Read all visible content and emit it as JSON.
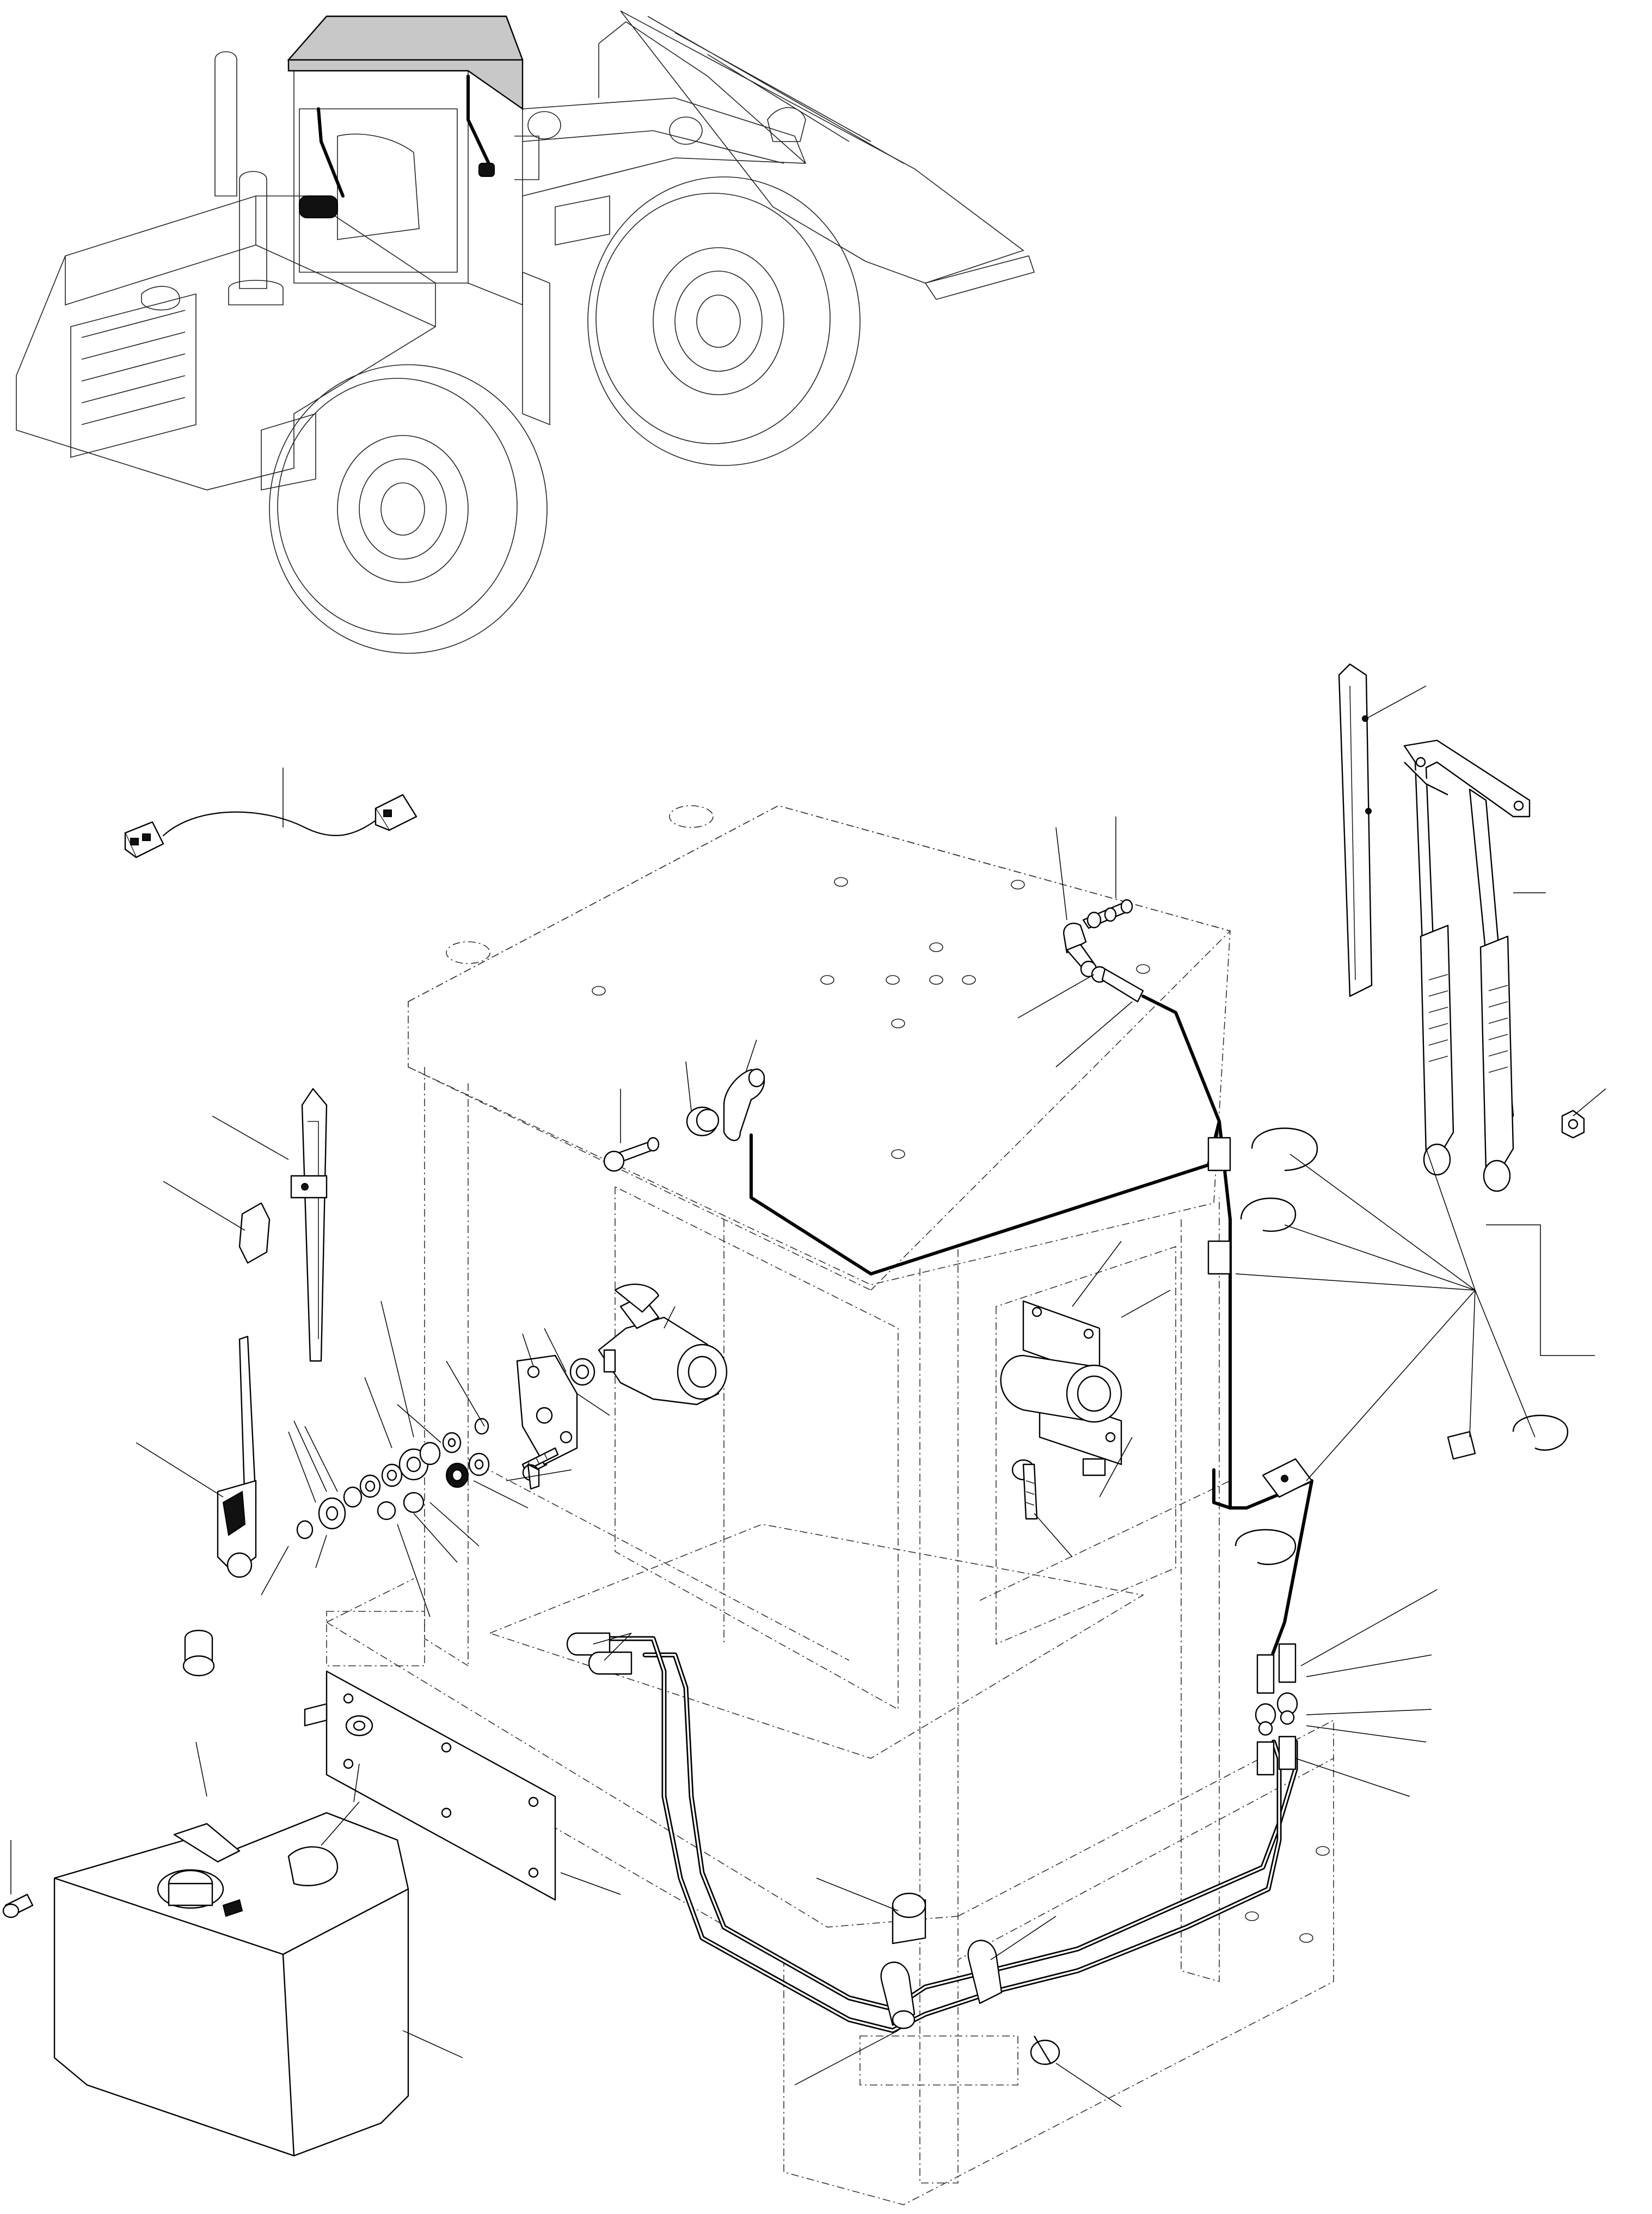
{
  "figure": {
    "overview": "wheel-loader-overview",
    "focus_part": "operator-cab-roof"
  },
  "parts": {
    "main_assembly": "operator-cab-frame",
    "reservoir": "washer-tank",
    "pump_motor": "wiper-motor",
    "wipers": [
      "front-wiper-arm",
      "front-wiper-blade",
      "rear-wiper-arm",
      "rear-wiper-blade"
    ],
    "tubing": "washer-hose"
  },
  "colors": {
    "line": "#000000",
    "highlight": "#c8c8c8",
    "background": "#ffffff"
  }
}
